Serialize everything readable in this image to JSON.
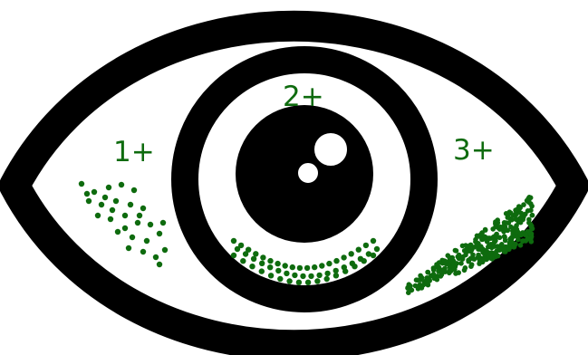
{
  "labels": [
    {
      "id": "grade-1",
      "text": "1+"
    },
    {
      "id": "grade-2",
      "text": "2+"
    },
    {
      "id": "grade-3",
      "text": "3+"
    }
  ],
  "colors": {
    "outline": "#000000",
    "background": "#ffffff",
    "cells": "#0e6b0e",
    "label": "#0e6b0e"
  }
}
